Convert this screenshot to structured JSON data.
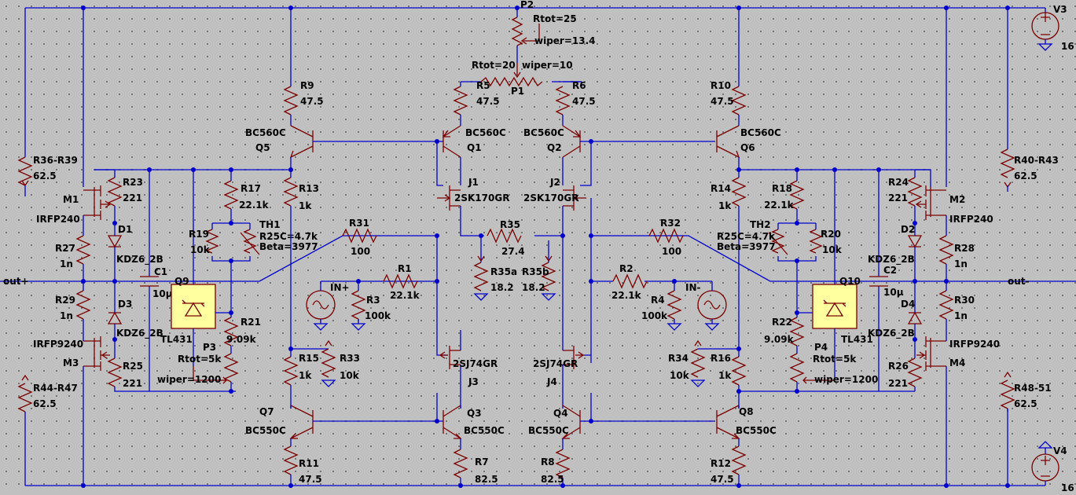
{
  "labels": {
    "P2": "P2",
    "P2_rtot": "Rtot=25",
    "P2_wiper": "wiper=13.4",
    "P1": "P1",
    "P1_rtot": "Rtot=20",
    "P1_wiper": "wiper=10",
    "V3": "V3",
    "V3_val": "16",
    "V4": "V4",
    "V4_val": "16",
    "R9": "R9",
    "R9_val": "47.5",
    "R10": "R10",
    "R10_val": "47.5",
    "R5": "R5",
    "R5_val": "47.5",
    "R6": "R6",
    "R6_val": "47.5",
    "Q5_model": "BC560C",
    "Q5": "Q5",
    "Q1_model": "BC560C",
    "Q1": "Q1",
    "Q2_model": "BC560C",
    "Q2": "Q2",
    "Q6_model": "BC560C",
    "Q6": "Q6",
    "R36": "R36-R39",
    "R36_val": "62.5",
    "R40": "R40-R43",
    "R40_val": "62.5",
    "R44": "R44-R47",
    "R44_val": "62.5",
    "R48": "R48-51",
    "R48_val": "62.5",
    "M1": "M1",
    "M1_model": "IRFP240",
    "M2": "M2",
    "M2_model": "IRFP240",
    "M3": "M3",
    "M3_model": "IRFP9240",
    "M4": "M4",
    "M4_model": "IRFP9240",
    "R23": "R23",
    "R23_val": "221",
    "R24": "R24",
    "R24_val": "221",
    "R25": "R25",
    "R25_val": "221",
    "R26": "R26",
    "R26_val": "221",
    "D1": "D1",
    "D2": "D2",
    "D3": "D3",
    "D4": "D4",
    "KDZ_1": "KDZ6_2B",
    "KDZ_2": "KDZ6_2B",
    "KDZ_3": "KDZ6_2B",
    "KDZ_4": "KDZ6_2B",
    "R27": "R27",
    "R27_val": "1n",
    "R28": "R28",
    "R28_val": "1n",
    "R29": "R29",
    "R29_val": "1n",
    "R30": "R30",
    "R30_val": "1n",
    "C1": "C1",
    "C1_val": "10µ",
    "C2": "C2",
    "C2_val": "10µ",
    "out_plus": "out+",
    "out_minus": "out-",
    "Q9": "Q9",
    "Q9_model": "TL431",
    "Q10": "Q10",
    "Q10_model": "TL431",
    "R17": "R17",
    "R17_val": "22.1k",
    "R18": "R18",
    "R18_val": "22.1k",
    "R19": "R19",
    "R19_val": "10k",
    "R20": "R20",
    "R20_val": "10k",
    "TH1": "TH1",
    "TH2": "TH2",
    "R25C_1": "R25C=4.7k",
    "Beta_1": "Beta=3977",
    "R25C_2": "R25C=4.7k",
    "Beta_2": "Beta=3977",
    "R21": "R21",
    "R21_val": "9.09k",
    "R22": "R22",
    "R22_val": "9.09k",
    "P3": "P3",
    "P3_rtot": "Rtot=5k",
    "P3_wiper": "wiper=1200",
    "P4": "P4",
    "P4_rtot": "Rtot=5k",
    "P4_wiper": "wiper=1200",
    "R13": "R13",
    "R13_val": "1k",
    "R14": "R14",
    "R14_val": "1k",
    "R31": "R31",
    "R31_val": "100",
    "R32": "R32",
    "R32_val": "100",
    "R35": "R35",
    "R35_val": "27.4",
    "R35a": "R35a",
    "R35a_val": "18.2",
    "R35b": "R35b",
    "R35b_val": "18.2",
    "J1": "J1",
    "J1_model": "2SK170GR",
    "J2": "J2",
    "J2_model": "2SK170GR",
    "J3": "J3",
    "J3_model": "2SJ74GR",
    "J4": "J4",
    "J4_model": "2SJ74GR",
    "R1": "R1",
    "R1_val": "22.1k",
    "R2": "R2",
    "R2_val": "22.1k",
    "IN_plus": "IN+",
    "IN_minus": "IN-",
    "R3": "R3",
    "R3_val": "100k",
    "R4": "R4",
    "R4_val": "100k",
    "R15": "R15",
    "R15_val": "1k",
    "R16": "R16",
    "R16_val": "1k",
    "R33": "R33",
    "R33_val": "10k",
    "R34": "R34",
    "R34_val": "10k",
    "Q7": "Q7",
    "Q7_model": "BC550C",
    "Q3": "Q3",
    "Q3_model": "BC550C",
    "Q4": "Q4",
    "Q4_model": "BC550C",
    "Q8": "Q8",
    "Q8_model": "BC550C",
    "R11": "R11",
    "R11_val": "47.5",
    "R12": "R12",
    "R12_val": "47.5",
    "R7": "R7",
    "R7_val": "82.5",
    "R8": "R8",
    "R8_val": "82.5"
  }
}
